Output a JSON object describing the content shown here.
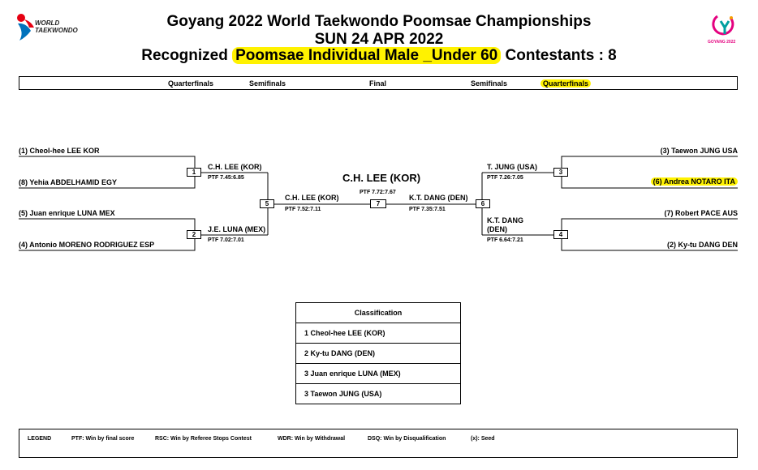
{
  "header": {
    "line1": "Goyang 2022 World Taekwondo Poomsae Championships",
    "line2": "SUN 24 APR 2022",
    "line3_prefix": "Recognized ",
    "line3_highlight": "Poomsae Individual Male _Under 60",
    "line3_suffix": " Contestants : 8"
  },
  "logos": {
    "left_line1": "WORLD",
    "left_line2": "TAEKWONDO",
    "right_text": "GOYANG 2022"
  },
  "rounds": {
    "left_qf": "Quarterfinals",
    "left_sf": "Semifinals",
    "final": "Final",
    "right_sf": "Semifinals",
    "right_qf": "Quarterfinals"
  },
  "competitors": {
    "l1": "(1) Cheol-hee LEE KOR",
    "l2": "(8) Yehia ABDELHAMID EGY",
    "l3": "(5) Juan enrique LUNA MEX",
    "l4": "(4) Antonio MORENO RODRIGUEZ ESP",
    "r1": "(3) Taewon JUNG USA",
    "r2": "(6) Andrea NOTARO ITA",
    "r3": "(7) Robert PACE AUS",
    "r4": "(2) Ky-tu DANG DEN"
  },
  "matches": {
    "m1": {
      "num": "1",
      "winner": "C.H. LEE (KOR)",
      "score": "PTF 7.45:6.85"
    },
    "m2": {
      "num": "2",
      "winner": "J.E. LUNA (MEX)",
      "score": "PTF 7.02:7.01"
    },
    "m3": {
      "num": "3",
      "winner": "T. JUNG (USA)",
      "score": "PTF 7.26:7.05"
    },
    "m4": {
      "num": "4",
      "winner_line1": "K.T. DANG",
      "winner_line2": "(DEN)",
      "score": "PTF 6.64:7.21"
    },
    "m5": {
      "num": "5",
      "winner": "C.H. LEE (KOR)",
      "score": "PTF 7.52:7.11"
    },
    "m6": {
      "num": "6",
      "winner": "K.T. DANG (DEN)",
      "score": "PTF 7.35:7.51"
    },
    "m7": {
      "num": "7",
      "winner": "C.H. LEE (KOR)",
      "score": "PTF 7.72:7.67"
    }
  },
  "classification": {
    "title": "Classification",
    "rows": [
      "1  Cheol-hee LEE (KOR)",
      "2  Ky-tu DANG (DEN)",
      "3  Juan enrique LUNA (MEX)",
      "3  Taewon JUNG (USA)"
    ]
  },
  "legend": {
    "title": "LEGEND",
    "ptf": "PTF: Win by final score",
    "rsc": "RSC: Win by Referee Stops Contest",
    "wdr": "WDR: Win by Withdrawal",
    "dsq": "DSQ: Win by Disqualification",
    "seed": "(x): Seed"
  },
  "colors": {
    "highlight": "#fff200",
    "wt_red": "#e60012",
    "wt_blue": "#0072bc",
    "goyang_pink": "#e4007f",
    "goyang_teal": "#00a0a0"
  }
}
